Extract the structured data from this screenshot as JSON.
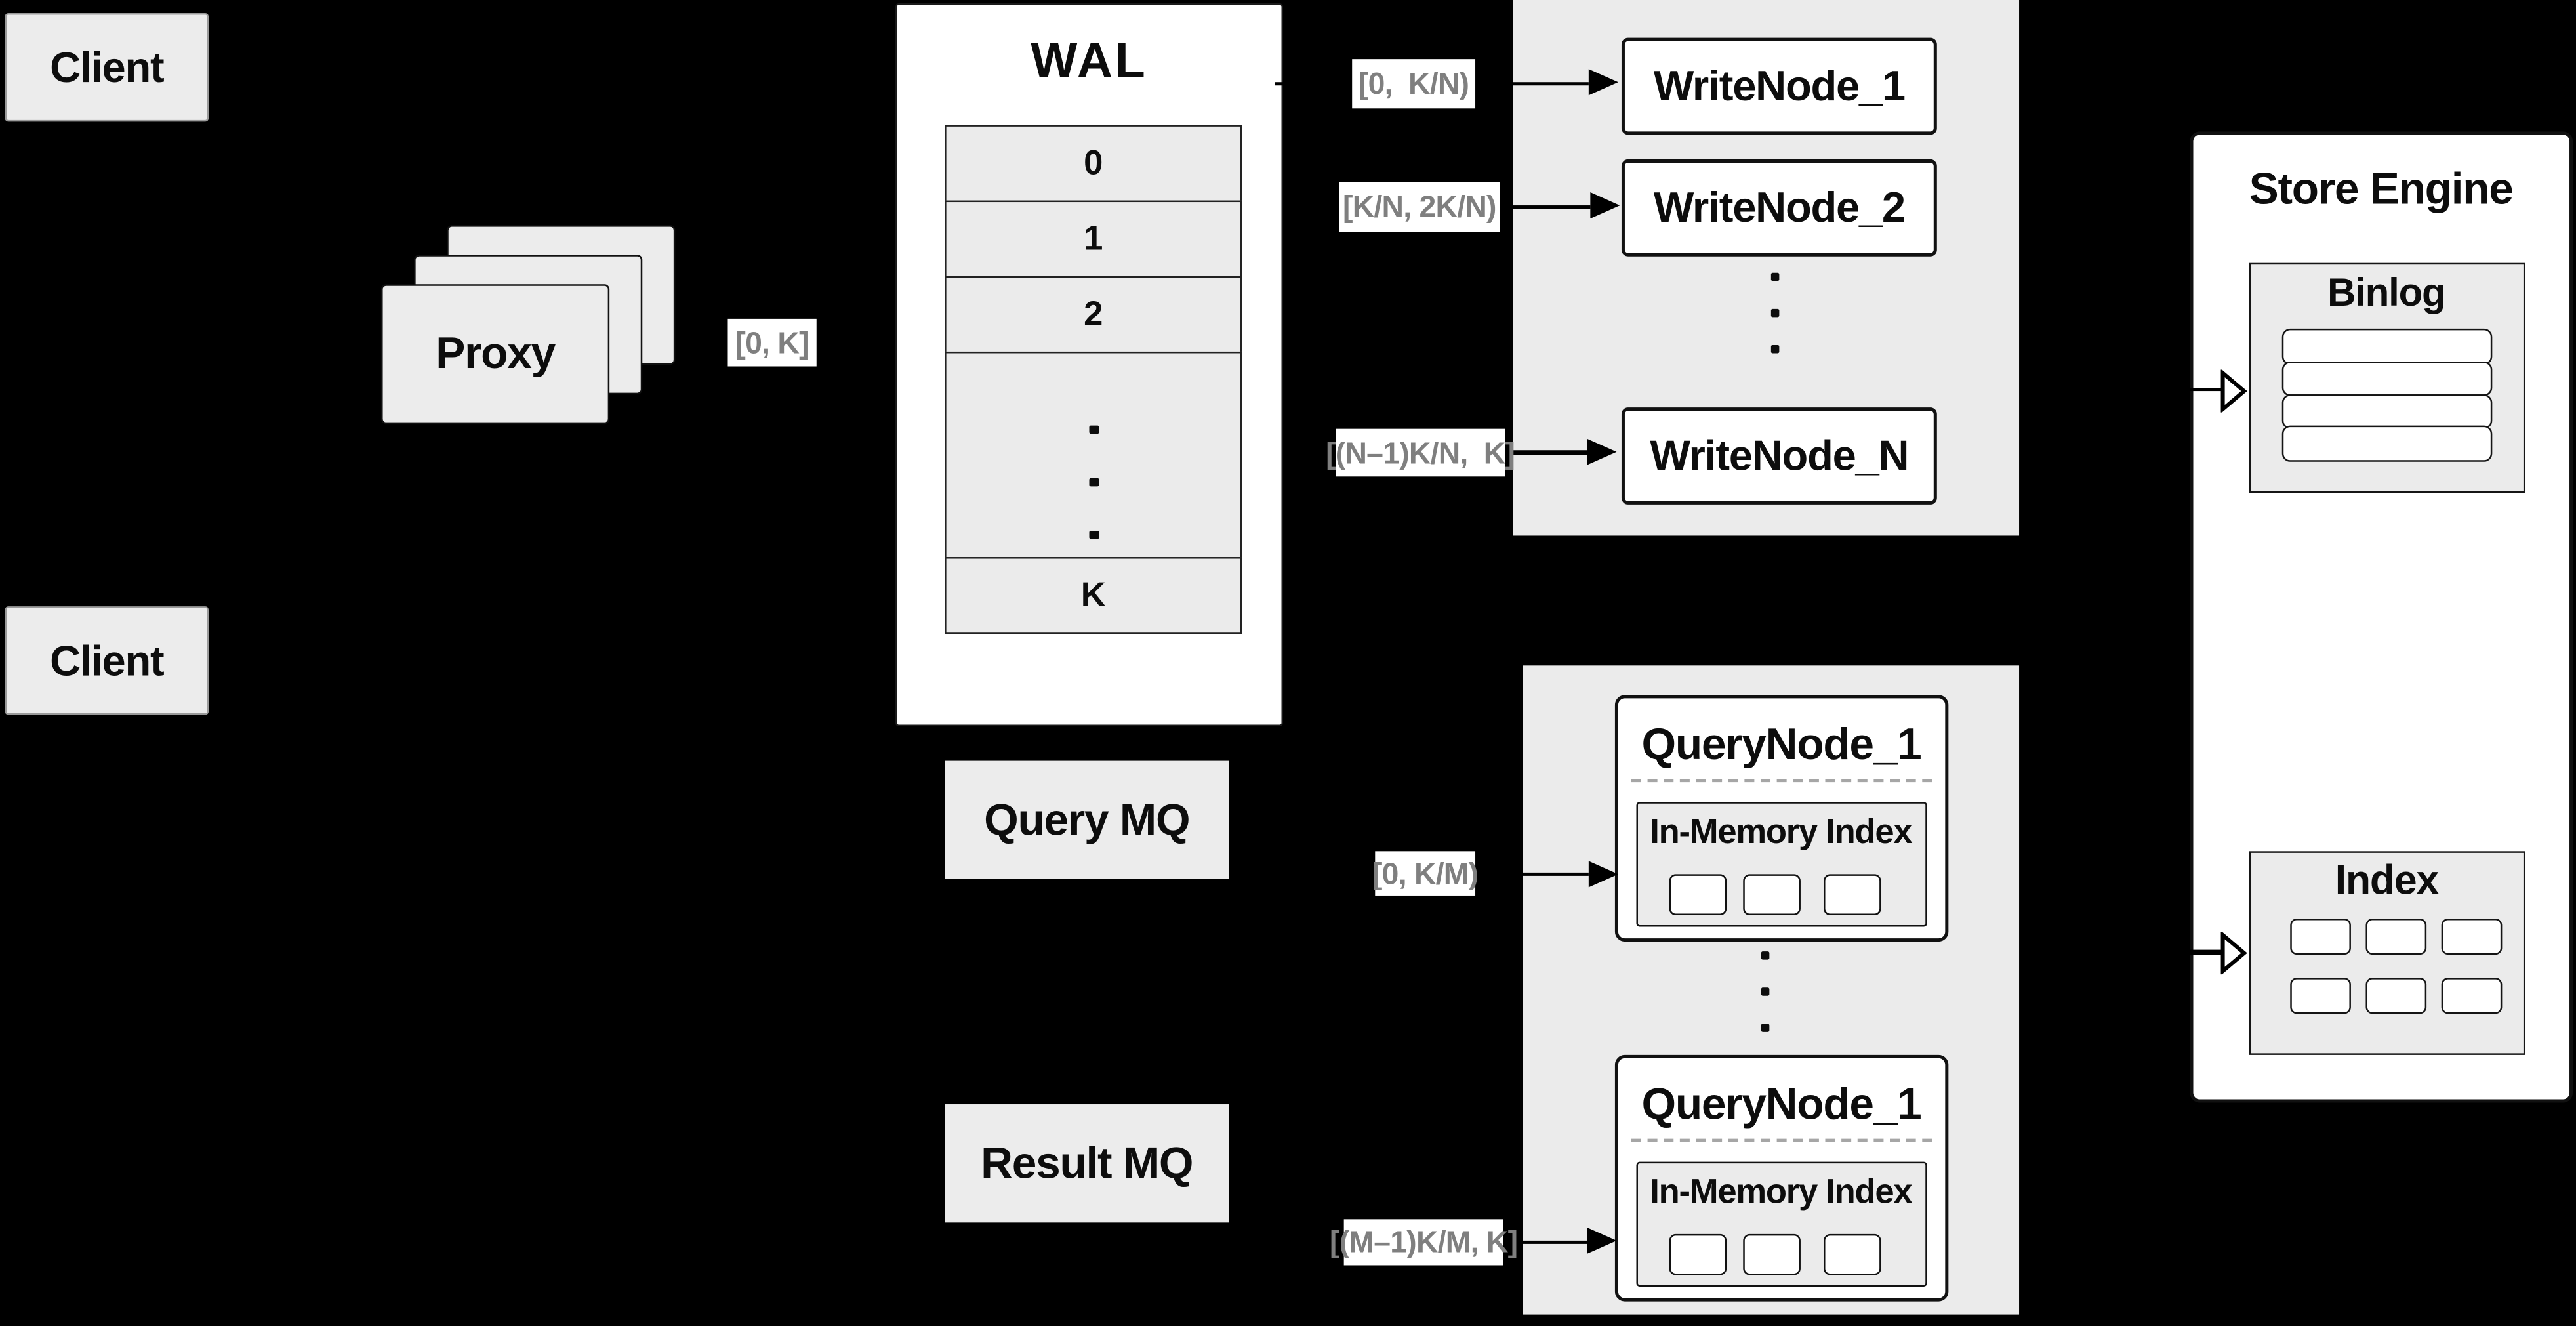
{
  "colors": {
    "background": "#000000",
    "panel_gray": "#ececec",
    "container_gray": "#ebebeb",
    "box_white": "#ffffff",
    "line_black": "#0d0d0d",
    "range_label_gray": "#7f7f7f"
  },
  "clients": {
    "top": "Client",
    "bottom": "Client"
  },
  "proxy": {
    "label": "Proxy"
  },
  "wal": {
    "title": "WAL",
    "rows": [
      "0",
      "1",
      "2"
    ],
    "last_row": "K"
  },
  "range_labels": {
    "proxy_out": "[0, K]",
    "write1": "[0,  K/N)",
    "write2": "[K/N, 2K/N)",
    "writeN": "[(N–1)K/N,  K]",
    "query1": "[0, K/M)",
    "queryM": "[(M–1)K/M, K]"
  },
  "write_nodes": {
    "node1": "WriteNode_1",
    "node2": "WriteNode_2",
    "nodeN": "WriteNode_N"
  },
  "mq": {
    "query": "Query MQ",
    "result": "Result MQ"
  },
  "query_nodes": {
    "node1_title": "QueryNode_1",
    "node2_title": "QueryNode_1",
    "in_memory_label": "In-Memory Index"
  },
  "store_engine": {
    "title": "Store Engine",
    "binlog_title": "Binlog",
    "index_title": "Index"
  }
}
